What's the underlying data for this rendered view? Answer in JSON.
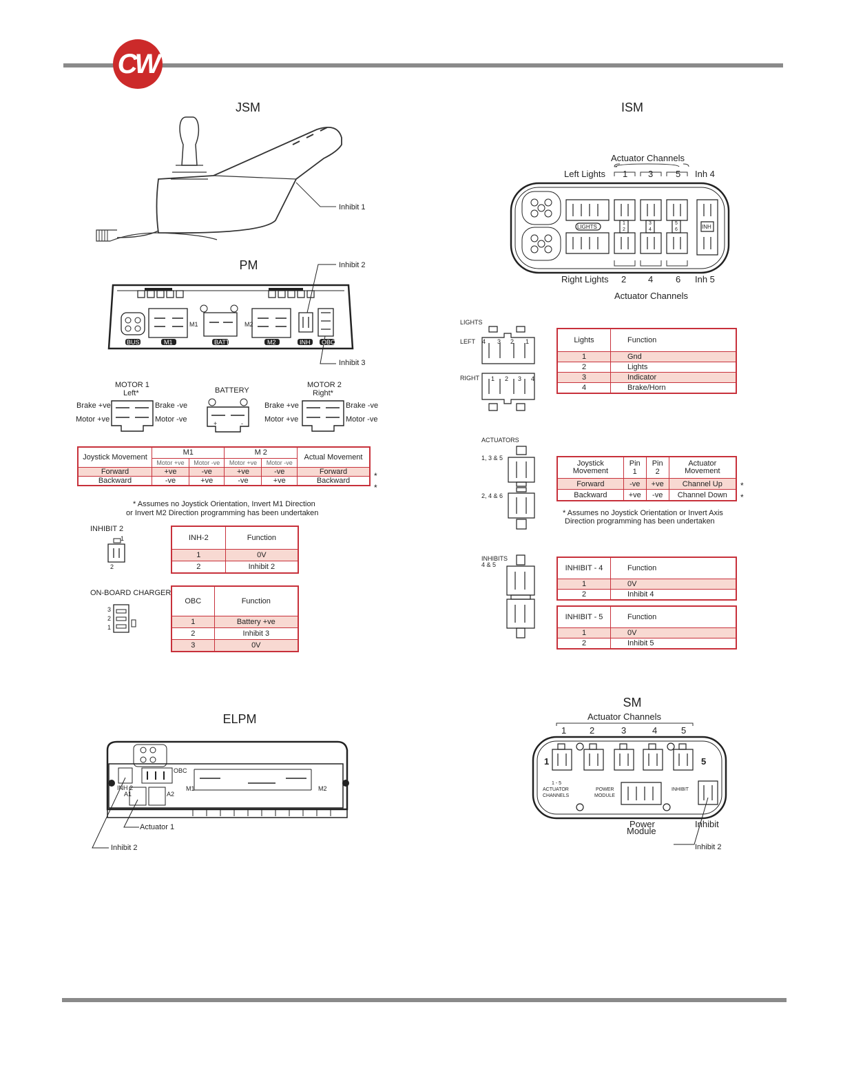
{
  "brand": {
    "logo_text": "CW",
    "logo_color": "#cc2a2a",
    "table_border_color": "#c7303a",
    "row_highlight_color": "#f8d9d2"
  },
  "jsm": {
    "title": "JSM",
    "inhibit_label": "Inhibit 1"
  },
  "pm": {
    "title": "PM",
    "inhibit2_label": "Inhibit 2",
    "inhibit3_label": "Inhibit 3",
    "port_labels": [
      "BUS",
      "M1",
      "BATT",
      "M2",
      "INH",
      "OBC"
    ],
    "connector_m1": "M1",
    "connector_m2": "M2",
    "motor1": {
      "title": "MOTOR 1",
      "subtitle": "Left*",
      "brake_pos": "Brake +ve",
      "brake_neg": "Brake -ve",
      "motor_pos": "Motor +ve",
      "motor_neg": "Motor -ve"
    },
    "battery": {
      "title": "BATTERY",
      "plus": "+",
      "minus": "-"
    },
    "motor2": {
      "title": "MOTOR 2",
      "subtitle": "Right*",
      "brake_pos": "Brake +ve",
      "brake_neg": "Brake -ve",
      "motor_pos": "Motor +ve",
      "motor_neg": "Motor -ve"
    }
  },
  "motor_table": {
    "h_joystick": "Joystick Movement",
    "h_m1": "M1",
    "h_m2": "M 2",
    "h_actual": "Actual Movement",
    "sub": [
      "Motor +ve",
      "Motor -ve",
      "Motor +ve",
      "Motor -ve"
    ],
    "rows": [
      {
        "joystick": "Forward",
        "c1": "+ve",
        "c2": "-ve",
        "c3": "+ve",
        "c4": "-ve",
        "actual": "Forward",
        "star": "*"
      },
      {
        "joystick": "Backward",
        "c1": "-ve",
        "c2": "+ve",
        "c3": "-ve",
        "c4": "+ve",
        "actual": "Backward",
        "star": "*"
      }
    ],
    "note_line1": "* Assumes no Joystick Orientation, Invert M1 Direction",
    "note_line2": "or Invert M2 Direction programming has been undertaken"
  },
  "inhibit2": {
    "label": "INHIBIT 2",
    "pin_top": "1",
    "pin_bottom": "2",
    "h1": "INH-2",
    "h2": "Function",
    "rows": [
      {
        "pin": "1",
        "fn": "0V"
      },
      {
        "pin": "2",
        "fn": "Inhibit 2"
      }
    ]
  },
  "obc": {
    "label": "ON-BOARD CHARGER",
    "pins": [
      "3",
      "2",
      "1"
    ],
    "h1": "OBC",
    "h2": "Function",
    "rows": [
      {
        "pin": "1",
        "fn": "Battery +ve"
      },
      {
        "pin": "2",
        "fn": "Inhibit 3"
      },
      {
        "pin": "3",
        "fn": "0V"
      }
    ]
  },
  "elpm": {
    "title": "ELPM",
    "obc": "OBC",
    "m1": "M1",
    "m2": "M2",
    "inh2": "INH 2",
    "a1": "A1",
    "a2": "A2",
    "actuator1_label": "Actuator 1",
    "inhibit2_label": "Inhibit 2"
  },
  "ism": {
    "title": "ISM",
    "top_channels_label": "Actuator Channels",
    "left_lights": "Left Lights",
    "top_channels": [
      "1",
      "3",
      "5"
    ],
    "inh4": "Inh 4",
    "right_lights": "Right Lights",
    "bottom_channels": [
      "2",
      "4",
      "6"
    ],
    "inh5": "Inh 5",
    "bottom_channels_label": "Actuator Channels",
    "center_lights": "LIGHTS",
    "center_inh": "INH",
    "pair_labels": [
      [
        "1",
        "2"
      ],
      [
        "3",
        "4"
      ],
      [
        "5",
        "6"
      ]
    ]
  },
  "lights": {
    "section": "LIGHTS",
    "left": "LEFT",
    "right": "RIGHT",
    "left_pins": [
      "4",
      "3",
      "2",
      "1"
    ],
    "right_pins": [
      "1",
      "2",
      "3",
      "4"
    ],
    "h1": "Lights",
    "h2": "Function",
    "rows": [
      {
        "pin": "1",
        "fn": "Gnd"
      },
      {
        "pin": "2",
        "fn": "Lights"
      },
      {
        "pin": "3",
        "fn": "Indicator"
      },
      {
        "pin": "4",
        "fn": "Brake/Horn"
      }
    ]
  },
  "actuators": {
    "section": "ACTUATORS",
    "group1": "1, 3 & 5",
    "group2": "2, 4 & 6",
    "h1": "Joystick Movement",
    "h2": "Pin 1",
    "h3": "Pin 2",
    "h4": "Actuator Movement",
    "rows": [
      {
        "joystick": "Forward",
        "p1": "-ve",
        "p2": "+ve",
        "actual": "Channel Up",
        "star": "*"
      },
      {
        "joystick": "Backward",
        "p1": "+ve",
        "p2": "-ve",
        "actual": "Channel Down",
        "star": "*"
      }
    ],
    "note_line1": "* Assumes no Joystick Orientation or Invert Axis",
    "note_line2": "Direction programming has been undertaken"
  },
  "inhibits": {
    "section": "INHIBITS",
    "group": "4 & 5",
    "t4": {
      "h1": "INHIBIT - 4",
      "h2": "Function",
      "rows": [
        {
          "pin": "1",
          "fn": "0V"
        },
        {
          "pin": "2",
          "fn": "Inhibit 4"
        }
      ]
    },
    "t5": {
      "h1": "INHIBIT - 5",
      "h2": "Function",
      "rows": [
        {
          "pin": "1",
          "fn": "0V"
        },
        {
          "pin": "2",
          "fn": "Inhibit 5"
        }
      ]
    }
  },
  "sm": {
    "title": "SM",
    "channels_label": "Actuator Channels",
    "channels": [
      "1",
      "2",
      "3",
      "4",
      "5"
    ],
    "left_num": "1",
    "right_num": "5",
    "actuator_channels_line1": "1 - 5",
    "actuator_channels_line2": "ACTUATOR",
    "actuator_channels_line3": "CHANNELS",
    "power_module_line1": "POWER",
    "power_module_line2": "MODULE",
    "inhibit_small": "INHIBIT",
    "power_label_line1": "Power",
    "power_label_line2": "Module",
    "inhibit_label": "Inhibit",
    "inhibit2_label": "Inhibit 2"
  }
}
